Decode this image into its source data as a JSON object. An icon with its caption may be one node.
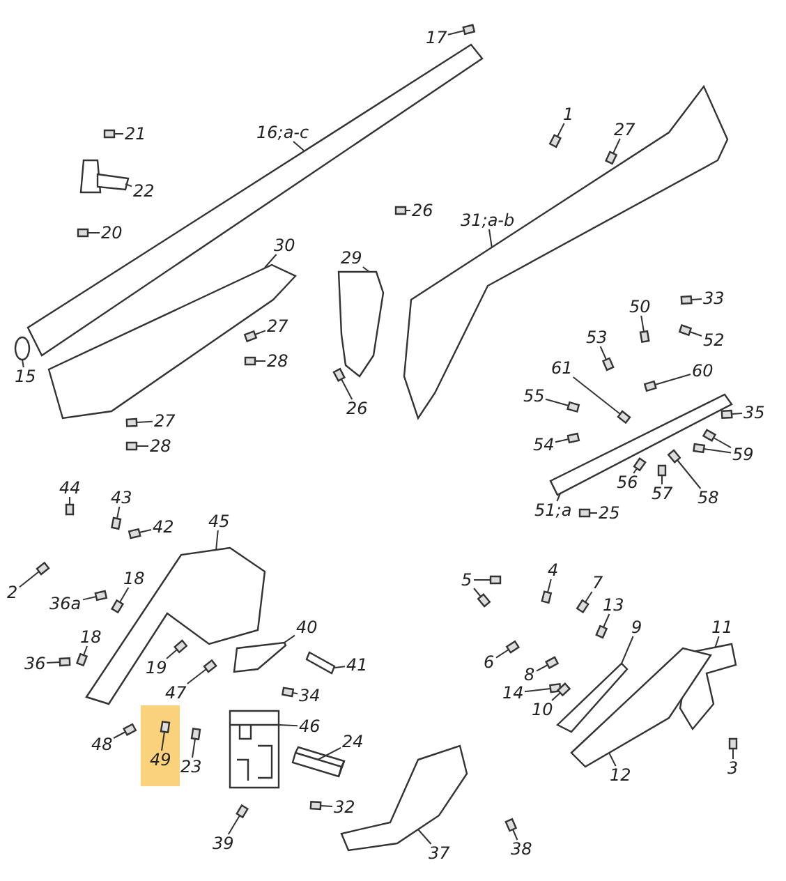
{
  "diagram": {
    "nodes": [
      {
        "text": [
          "17"
        ]
      },
      {
        "text": [
          "21"
        ]
      },
      {
        "text": [
          "16;a-c"
        ]
      },
      {
        "text": [
          "1"
        ]
      },
      {
        "text": [
          "27"
        ]
      },
      {
        "text": [
          "22"
        ]
      },
      {
        "text": [
          "26"
        ]
      },
      {
        "text": [
          "20"
        ]
      },
      {
        "text": [
          "31;a-b"
        ]
      },
      {
        "text": [
          "30"
        ]
      },
      {
        "text": [
          "29"
        ]
      },
      {
        "text": [
          "33"
        ]
      },
      {
        "text": [
          "50"
        ]
      },
      {
        "text": [
          "27"
        ]
      },
      {
        "text": [
          "53"
        ]
      },
      {
        "text": [
          "52"
        ]
      },
      {
        "text": [
          "28"
        ]
      },
      {
        "text": [
          "61"
        ]
      },
      {
        "text": [
          "60"
        ]
      },
      {
        "text": [
          "15"
        ]
      },
      {
        "text": [
          "55"
        ]
      },
      {
        "text": [
          "26"
        ]
      },
      {
        "text": [
          "35"
        ]
      },
      {
        "text": [
          "27"
        ]
      },
      {
        "text": [
          "54"
        ]
      },
      {
        "text": [
          "28"
        ]
      },
      {
        "text": [
          "59"
        ]
      },
      {
        "text": [
          "56"
        ]
      },
      {
        "text": [
          "44"
        ]
      },
      {
        "text": [
          "57"
        ]
      },
      {
        "text": [
          "58"
        ]
      },
      {
        "text": [
          "43"
        ]
      },
      {
        "text": [
          "51;a"
        ]
      },
      {
        "text": [
          "25"
        ]
      },
      {
        "text": [
          "45"
        ]
      },
      {
        "text": [
          "42"
        ]
      },
      {
        "text": [
          "4"
        ]
      },
      {
        "text": [
          "18"
        ]
      },
      {
        "text": [
          "5"
        ]
      },
      {
        "text": [
          "7"
        ]
      },
      {
        "text": [
          "2"
        ]
      },
      {
        "text": [
          "36a"
        ]
      },
      {
        "text": [
          "13"
        ]
      },
      {
        "text": [
          "40"
        ]
      },
      {
        "text": [
          "9"
        ]
      },
      {
        "text": [
          "11"
        ]
      },
      {
        "text": [
          "18"
        ]
      },
      {
        "text": [
          "6"
        ]
      },
      {
        "text": [
          "36"
        ]
      },
      {
        "text": [
          "19"
        ]
      },
      {
        "text": [
          "41"
        ]
      },
      {
        "text": [
          "8"
        ]
      },
      {
        "text": [
          "14"
        ]
      },
      {
        "text": [
          "47"
        ]
      },
      {
        "text": [
          "34"
        ]
      },
      {
        "text": [
          "10"
        ]
      },
      {
        "text": [
          "46"
        ]
      },
      {
        "text": [
          "24"
        ]
      },
      {
        "text": [
          "48"
        ]
      },
      {
        "text": [
          "49"
        ]
      },
      {
        "text": [
          "23"
        ]
      },
      {
        "text": [
          "3"
        ]
      },
      {
        "text": [
          "12"
        ]
      },
      {
        "text": [
          "32"
        ]
      },
      {
        "text": [
          "39"
        ]
      },
      {
        "text": [
          "37"
        ]
      },
      {
        "text": [
          "38"
        ]
      },
      {
        "text": [],
        "shape": "box"
      },
      {
        "text": [],
        "shape": "box"
      },
      {
        "text": [],
        "shape": "picture"
      },
      {
        "text": [],
        "shape": "box"
      },
      {
        "text": [],
        "shape": "box"
      },
      {
        "text": [],
        "shape": "picture"
      },
      {
        "text": [],
        "shape": "box"
      },
      {
        "text": [],
        "shape": "box"
      },
      {
        "text": [],
        "shape": "picture"
      },
      {
        "text": [],
        "shape": "picture"
      },
      {
        "text": [],
        "shape": "picture"
      },
      {
        "text": [],
        "shape": "box"
      },
      {
        "text": [],
        "shape": "box"
      },
      {
        "text": [],
        "shape": "box"
      },
      {
        "text": [],
        "shape": "box"
      },
      {
        "text": [],
        "shape": "box"
      },
      {
        "text": [],
        "shape": "box"
      },
      {
        "text": [],
        "shape": "box"
      },
      {
        "text": [],
        "shape": "box"
      },
      {
        "text": [],
        "shape": "circle"
      },
      {
        "text": [],
        "shape": "box"
      },
      {
        "text": [],
        "shape": "box"
      },
      {
        "text": [],
        "shape": "box"
      },
      {
        "text": [],
        "shape": "box"
      },
      {
        "text": [],
        "shape": "box"
      },
      {
        "text": [],
        "shape": "box"
      },
      {
        "text": [],
        "shape": "box"
      },
      {
        "text": [],
        "shape": "box"
      },
      {
        "text": [],
        "shape": "box"
      },
      {
        "text": [],
        "shape": "box"
      },
      {
        "text": [],
        "shape": "box"
      },
      {
        "text": [],
        "shape": "box"
      },
      {
        "text": [],
        "shape": "box"
      },
      {
        "text": [],
        "shape": "picture"
      },
      {
        "text": [],
        "shape": "box"
      },
      {
        "text": [],
        "shape": "picture"
      },
      {
        "text": [],
        "shape": "box"
      },
      {
        "text": [],
        "shape": "box"
      },
      {
        "text": [],
        "shape": "box"
      },
      {
        "text": [],
        "shape": "box"
      },
      {
        "text": [],
        "shape": "box"
      },
      {
        "text": [],
        "shape": "box"
      },
      {
        "text": [],
        "shape": "box"
      },
      {
        "text": [],
        "shape": "box"
      },
      {
        "text": [],
        "shape": "box"
      },
      {
        "text": [],
        "shape": "picture"
      },
      {
        "text": [],
        "shape": "picture"
      },
      {
        "text": [],
        "shape": "picture"
      },
      {
        "text": [],
        "shape": "box"
      },
      {
        "text": [],
        "shape": "box"
      },
      {
        "text": [],
        "shape": "box"
      },
      {
        "text": [],
        "shape": "box"
      },
      {
        "text": [],
        "shape": "picture"
      },
      {
        "text": [],
        "shape": "box"
      },
      {
        "text": [],
        "shape": "box"
      },
      {
        "text": [],
        "shape": "box"
      },
      {
        "text": [],
        "shape": "box"
      },
      {
        "text": [],
        "shape": "box"
      },
      {
        "text": [],
        "shape": "picture"
      },
      {
        "text": [],
        "shape": "bar"
      },
      {
        "text": [],
        "shape": "box"
      },
      {
        "text": [],
        "shape": "box"
      },
      {
        "text": [],
        "shape": "box"
      },
      {
        "text": [],
        "shape": "box"
      },
      {
        "text": [],
        "shape": "picture"
      },
      {
        "text": [],
        "shape": "box"
      },
      {
        "text": [],
        "shape": "box"
      },
      {
        "text": [],
        "shape": "picture"
      },
      {
        "text": [],
        "shape": "box"
      }
    ],
    "edges": [
      {
        "from": 0,
        "to": 67,
        "arrow": "none"
      },
      {
        "from": 1,
        "to": 68,
        "arrow": "none"
      },
      {
        "from": 2,
        "to": 69,
        "arrow": "none"
      },
      {
        "from": 3,
        "to": 70,
        "arrow": "none"
      },
      {
        "from": 4,
        "to": 71,
        "arrow": "none"
      },
      {
        "from": 5,
        "to": 72,
        "arrow": "none"
      },
      {
        "from": 6,
        "to": 73,
        "arrow": "none"
      },
      {
        "from": 7,
        "to": 74,
        "arrow": "none"
      },
      {
        "from": 8,
        "to": 75,
        "arrow": "none"
      },
      {
        "from": 9,
        "to": 76,
        "arrow": "none"
      },
      {
        "from": 10,
        "to": 77,
        "arrow": "none"
      },
      {
        "from": 11,
        "to": 78,
        "arrow": "none"
      },
      {
        "from": 12,
        "to": 79,
        "arrow": "none"
      },
      {
        "from": 13,
        "to": 80,
        "arrow": "none"
      },
      {
        "from": 14,
        "to": 81,
        "arrow": "none"
      },
      {
        "from": 15,
        "to": 82,
        "arrow": "none"
      },
      {
        "from": 16,
        "to": 83,
        "arrow": "none"
      },
      {
        "from": 17,
        "to": 84,
        "arrow": "none"
      },
      {
        "from": 18,
        "to": 85,
        "arrow": "none"
      },
      {
        "from": 19,
        "to": 86,
        "arrow": "none"
      },
      {
        "from": 20,
        "to": 87,
        "arrow": "none"
      },
      {
        "from": 21,
        "to": 88,
        "arrow": "none"
      },
      {
        "from": 22,
        "to": 89,
        "arrow": "none"
      },
      {
        "from": 23,
        "to": 90,
        "arrow": "none"
      },
      {
        "from": 24,
        "to": 91,
        "arrow": "none"
      },
      {
        "from": 25,
        "to": 92,
        "arrow": "none"
      },
      {
        "from": 26,
        "to": 93,
        "arrow": "none"
      },
      {
        "from": 26,
        "to": 94,
        "arrow": "none"
      },
      {
        "from": 27,
        "to": 95,
        "arrow": "none"
      },
      {
        "from": 28,
        "to": 96,
        "arrow": "none"
      },
      {
        "from": 29,
        "to": 97,
        "arrow": "none"
      },
      {
        "from": 30,
        "to": 98,
        "arrow": "none"
      },
      {
        "from": 31,
        "to": 99,
        "arrow": "none"
      },
      {
        "from": 32,
        "to": 100,
        "arrow": "none"
      },
      {
        "from": 33,
        "to": 101,
        "arrow": "none"
      },
      {
        "from": 34,
        "to": 102,
        "arrow": "none"
      },
      {
        "from": 35,
        "to": 103,
        "arrow": "none"
      },
      {
        "from": 36,
        "to": 104,
        "arrow": "none"
      },
      {
        "from": 37,
        "to": 105,
        "arrow": "none"
      },
      {
        "from": 38,
        "to": 106,
        "arrow": "none"
      },
      {
        "from": 38,
        "to": 107,
        "arrow": "none"
      },
      {
        "from": 39,
        "to": 108,
        "arrow": "none"
      },
      {
        "from": 40,
        "to": 109,
        "arrow": "none"
      },
      {
        "from": 41,
        "to": 110,
        "arrow": "none"
      },
      {
        "from": 42,
        "to": 111,
        "arrow": "none"
      },
      {
        "from": 43,
        "to": 112,
        "arrow": "none"
      },
      {
        "from": 44,
        "to": 113,
        "arrow": "none"
      },
      {
        "from": 45,
        "to": 114,
        "arrow": "none"
      },
      {
        "from": 46,
        "to": 115,
        "arrow": "none"
      },
      {
        "from": 47,
        "to": 116,
        "arrow": "none"
      },
      {
        "from": 48,
        "to": 117,
        "arrow": "none"
      },
      {
        "from": 49,
        "to": 118,
        "arrow": "none"
      },
      {
        "from": 50,
        "to": 119,
        "arrow": "none"
      },
      {
        "from": 51,
        "to": 120,
        "arrow": "none"
      },
      {
        "from": 52,
        "to": 121,
        "arrow": "none"
      },
      {
        "from": 53,
        "to": 122,
        "arrow": "none"
      },
      {
        "from": 54,
        "to": 123,
        "arrow": "none"
      },
      {
        "from": 55,
        "to": 124,
        "arrow": "none"
      },
      {
        "from": 56,
        "to": 125,
        "arrow": "none"
      },
      {
        "from": 57,
        "to": 126,
        "arrow": "none"
      },
      {
        "from": 58,
        "to": 127,
        "arrow": "none"
      },
      {
        "from": 59,
        "to": 128,
        "arrow": "none"
      },
      {
        "from": 60,
        "to": 129,
        "arrow": "none"
      },
      {
        "from": 61,
        "to": 130,
        "arrow": "none"
      },
      {
        "from": 62,
        "to": 131,
        "arrow": "none"
      },
      {
        "from": 63,
        "to": 132,
        "arrow": "none"
      },
      {
        "from": 64,
        "to": 133,
        "arrow": "none"
      },
      {
        "from": 65,
        "to": 134,
        "arrow": "none"
      },
      {
        "from": 66,
        "to": 135,
        "arrow": "none"
      }
    ]
  }
}
